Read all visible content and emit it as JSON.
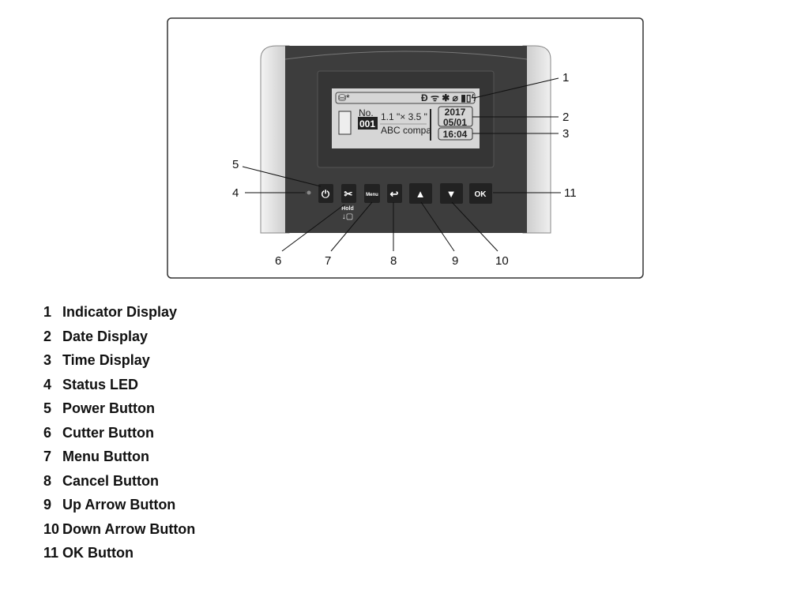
{
  "lcd": {
    "label_no": "No.",
    "label_number": "001",
    "size": "1.1 \"× 3.5 \"",
    "text": "ABC compa",
    "year": "2017",
    "date": "05/01",
    "time": "16:04"
  },
  "buttons": {
    "menu": "Menu",
    "ok": "OK",
    "hold": "Hold"
  },
  "callouts": [
    "1",
    "2",
    "3",
    "4",
    "5",
    "6",
    "7",
    "8",
    "9",
    "10",
    "11"
  ],
  "legend": [
    {
      "num": "1",
      "label": "Indicator Display"
    },
    {
      "num": "2",
      "label": "Date Display"
    },
    {
      "num": "3",
      "label": "Time Display"
    },
    {
      "num": "4",
      "label": "Status LED"
    },
    {
      "num": "5",
      "label": "Power Button"
    },
    {
      "num": "6",
      "label": "Cutter Button"
    },
    {
      "num": "7",
      "label": "Menu Button"
    },
    {
      "num": "8",
      "label": "Cancel Button"
    },
    {
      "num": "9",
      "label": "Up Arrow Button"
    },
    {
      "num": "10",
      "label": "Down Arrow Button"
    },
    {
      "num": "11",
      "label": "OK Button"
    }
  ]
}
